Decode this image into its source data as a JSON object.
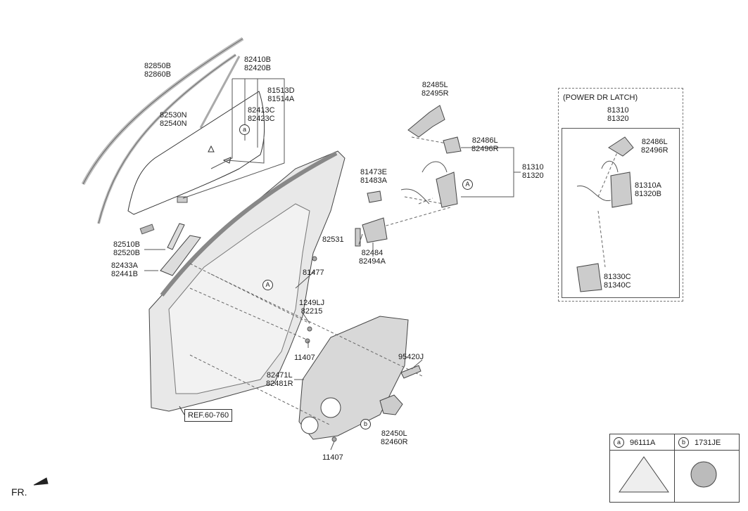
{
  "labels": {
    "l82850": [
      "82850B",
      "82860B"
    ],
    "l82410": [
      "82410B",
      "82420B"
    ],
    "l81513": [
      "81513D",
      "81514A"
    ],
    "l82413": [
      "82413C",
      "82423C"
    ],
    "l82530": [
      "82530N",
      "82540N"
    ],
    "l82510": [
      "82510B",
      "82520B"
    ],
    "l82433": [
      "82433A",
      "82441B"
    ],
    "l81477": [
      "81477"
    ],
    "l1249": [
      "1249LJ",
      "82215"
    ],
    "l11407a": [
      "11407"
    ],
    "l11407b": [
      "11407"
    ],
    "l82471": [
      "82471L",
      "82481R"
    ],
    "l95420": [
      "95420J"
    ],
    "l82450": [
      "82450L",
      "82460R"
    ],
    "l82485": [
      "82485L",
      "82495R"
    ],
    "l82486": [
      "82486L",
      "82496R"
    ],
    "l81473": [
      "81473E",
      "81483A"
    ],
    "l81310": [
      "81310",
      "81320"
    ],
    "l82531": [
      "82531"
    ],
    "l82484": [
      "82484",
      "82494A"
    ],
    "power_title": "(POWER DR LATCH)",
    "l81310p": [
      "81310",
      "81320"
    ],
    "l82486p": [
      "82486L",
      "82496R"
    ],
    "l81310a": [
      "81310A",
      "81320B"
    ],
    "l81330": [
      "81330C",
      "81340C"
    ],
    "ref": "REF.60-760",
    "fr": "FR."
  },
  "callouts": {
    "a": "a",
    "A": "A",
    "b": "b"
  },
  "legend": {
    "a_letter": "a",
    "a_part": "96111A",
    "b_letter": "b",
    "b_part": "1731JE"
  }
}
